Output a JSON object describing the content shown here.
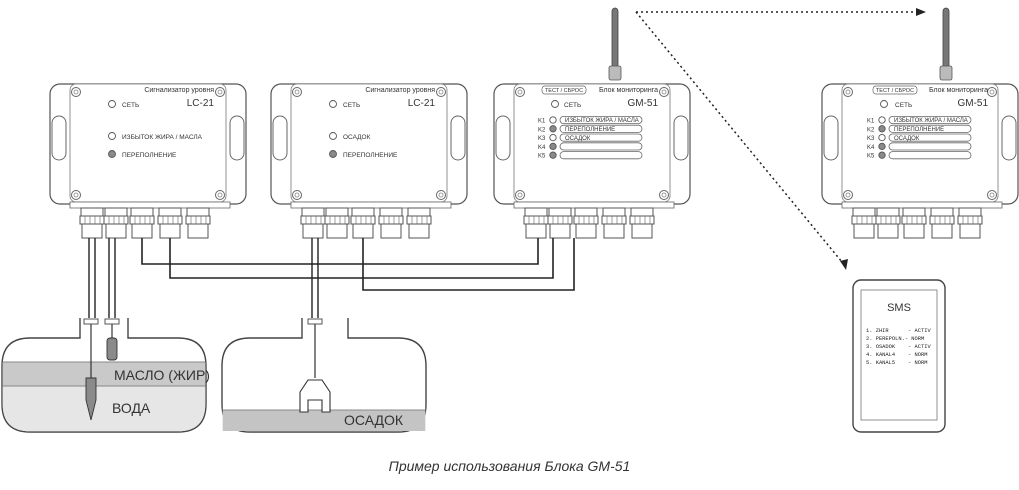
{
  "caption": "Пример использования Блока GM-51",
  "units": {
    "lc21_a": {
      "title_small": "Сигнализатор уровня",
      "title_model": "LC-21",
      "leds": [
        {
          "label": "СЕТЬ",
          "state": "off"
        },
        {
          "label": "ИЗБЫТОК ЖИРА / МАСЛА",
          "state": "off"
        },
        {
          "label": "ПЕРЕПОЛНЕНИЕ",
          "state": "on"
        }
      ]
    },
    "lc21_b": {
      "title_small": "Сигнализатор уровня",
      "title_model": "LC-21",
      "leds": [
        {
          "label": "СЕТЬ",
          "state": "off"
        },
        {
          "label": "ОСАДОК",
          "state": "off"
        },
        {
          "label": "ПЕРЕПОЛНЕНИЕ",
          "state": "on"
        }
      ]
    },
    "gm51_a": {
      "test_label": "ТЕСТ / СБРОС",
      "title_small": "Блок мониторинга",
      "title_model": "GM-51",
      "net_label": "СЕТЬ",
      "channels": [
        {
          "id": "K1",
          "label": "ИЗБЫТОК ЖИРА / МАСЛА",
          "state": "off"
        },
        {
          "id": "K2",
          "label": "ПЕРЕПОЛНЕНИЕ",
          "state": "on"
        },
        {
          "id": "K3",
          "label": "ОСАДОК",
          "state": "off"
        },
        {
          "id": "K4",
          "label": "",
          "state": "on"
        },
        {
          "id": "K5",
          "label": "",
          "state": "on"
        }
      ]
    },
    "gm51_b": {
      "test_label": "ТЕСТ / СБРОС",
      "title_small": "Блок мониторинга",
      "title_model": "GM-51",
      "net_label": "СЕТЬ",
      "channels": [
        {
          "id": "K1",
          "label": "ИЗБЫТОК ЖИРА / МАСЛА",
          "state": "off"
        },
        {
          "id": "K2",
          "label": "ПЕРЕПОЛНЕНИЕ",
          "state": "on"
        },
        {
          "id": "K3",
          "label": "ОСАДОК",
          "state": "off"
        },
        {
          "id": "K4",
          "label": "",
          "state": "on"
        },
        {
          "id": "K5",
          "label": "",
          "state": "on"
        }
      ]
    }
  },
  "tanks": {
    "left": {
      "upper_label": "МАСЛО (ЖИР)",
      "lower_label": "ВОДА"
    },
    "right": {
      "label": "ОСАДОК"
    }
  },
  "phone": {
    "title": "SMS",
    "lines": [
      "1. ZHIR      - ACTIV",
      "2. PEREPOLN.- NORM",
      "3. OSADOK    - ACTIV",
      "4. KANAL4    - NORM",
      "5. KANAL5    - NORM"
    ]
  },
  "colors": {
    "led_on": "#8a8a8a",
    "led_off": "#ffffff",
    "liquid_top": "#c9c9c9",
    "liquid_bottom": "#e6e6e6",
    "sediment": "#c4c4c4"
  }
}
